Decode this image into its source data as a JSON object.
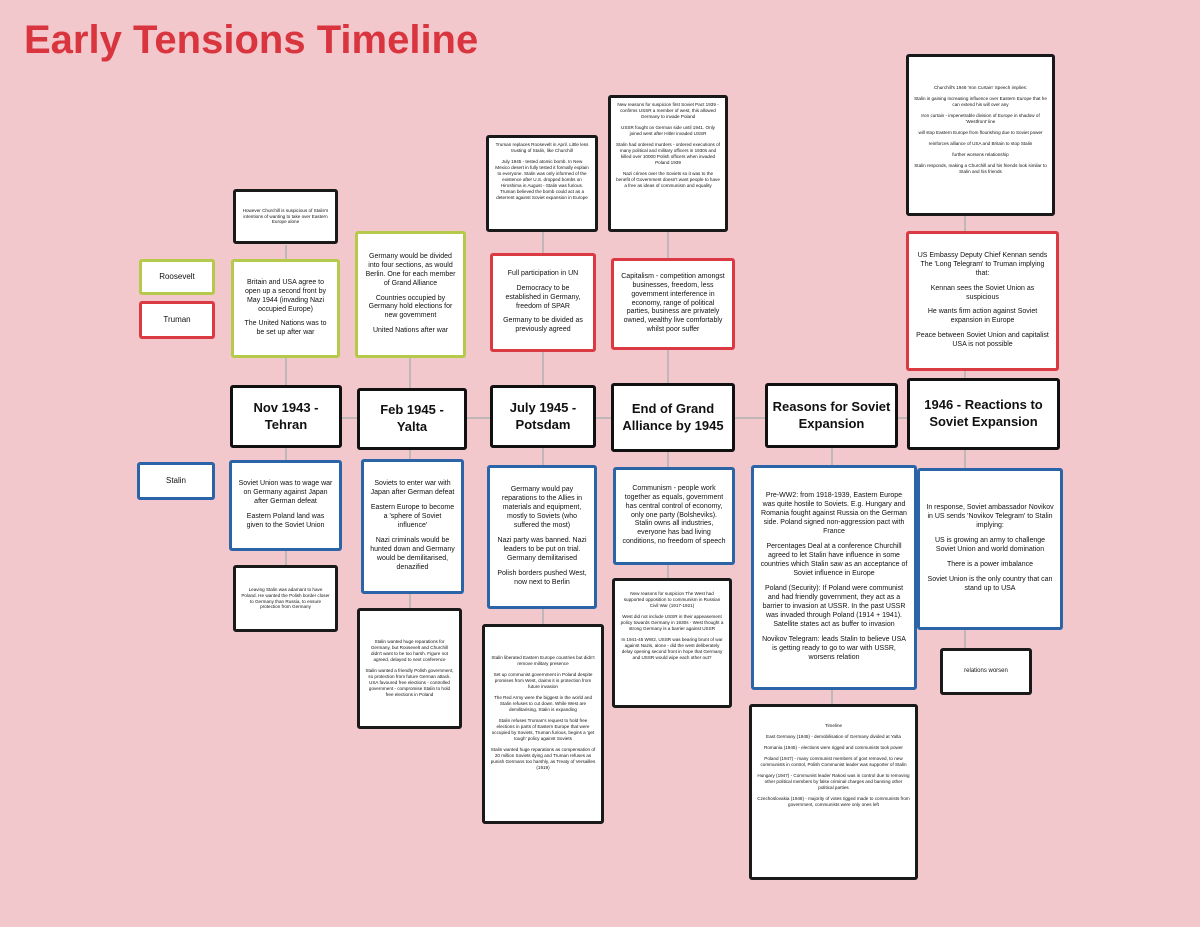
{
  "title": "Early Tensions Timeline",
  "legend": {
    "roosevelt": "Roosevelt",
    "truman": "Truman",
    "stalin": "Stalin"
  },
  "colors": {
    "title": "#d9353f",
    "background": "#f2c8cc",
    "roosevelt": "#b5c94a",
    "truman": "#db3a43",
    "stalin": "#2c64a8",
    "connector": "#c0b8b8"
  },
  "headings": {
    "tehran": "Nov 1943 - Tehran",
    "yalta": "Feb 1945 - Yalta",
    "potsdam": "July 1945 - Potsdam",
    "end_alliance": "End of Grand Alliance by 1945",
    "reasons": "Reasons for Soviet Expansion",
    "reactions": "1946 - Reactions to Soviet Expansion"
  },
  "tehran": {
    "note_top": "However Churchill is suspicious of Stalin's intentions of wanting to take over Eastern Europe alone",
    "roosevelt": [
      "Britain and USA agree to open up a second front by May 1944 (invading Nazi occupied Europe)",
      "The United Nations was to be set up after war"
    ],
    "stalin": [
      "Soviet Union was to wage war on Germany against Japan after German defeat",
      "Eastern Poland land was given to the Soviet Union"
    ],
    "note_bottom": "Leaving Stalin was adamant to have Poland. He wanted the Polish border closer to Germany than Russia, to ensure protection from Germany"
  },
  "yalta": {
    "roosevelt": [
      "Germany would be divided into four sections, as would Berlin. One for each member of Grand Alliance",
      "Countries occupied by Germany hold elections for new government",
      "United Nations after war"
    ],
    "stalin": [
      "Soviets to enter war with Japan after German defeat",
      "Eastern Europe to become a 'sphere of Soviet influence'",
      "Nazi criminals would be hunted down and Germany would be demilitarised, denazified"
    ],
    "note_bottom": [
      "Stalin wanted huge reparations for Germany, but Roosevelt and Churchill didn't want to be too harsh. Figure not agreed, delayed to next conference",
      "Stalin wanted a friendly Polish government, so protection from future German attack. USA favoured free elections - controlled government - compromise Stalin to hold free elections in Poland"
    ]
  },
  "potsdam": {
    "note_top": [
      "Truman replaces Roosevelt in April. Little less trusting of Stalin, like Churchill",
      "July 1945 - tested atomic bomb. In New Mexico desert in fully tested it formally explain to everyone. Stalin was only informed of the existence after U.S. dropped bombs on Hiroshima in August - Stalin was furious. Truman believed the bomb could act as a deterrent against Soviet expansion in Europe"
    ],
    "truman": [
      "Full participation in UN",
      "Democracy to be established in Germany, freedom of SPAR",
      "Germany to be divided as previously agreed"
    ],
    "stalin": [
      "Germany would pay reparations to the Allies in materials and equipment, mostly to Soviets (who suffered the most)",
      "Nazi party was banned. Nazi leaders to be put on trial. Germany demilitarised",
      "Polish borders pushed West, now next to Berlin"
    ],
    "note_bottom": [
      "Stalin liberated Eastern Europe countries but didn't remove military presence",
      "Set up communist government in Poland despite promises from West, claims it is protection from future invasion",
      "The Red Army were the biggest in the world and Stalin refuses to cut down. While West are demilitarising, Stalin is expanding",
      "Stalin refuses Truman's request to hold free elections in parts of Eastern Europe that were occupied by Soviets, Truman furious, begins a 'get tough' policy against Soviets",
      "Stalin wanted huge reparations as compensation of 20 million Soviets dying and Truman refuses as punish Germans too harshly, as Treaty of Versailles (1919)"
    ]
  },
  "end_alliance": {
    "note_top": [
      "New reasons for suspicion first Soviet Pact 1939 - confirms USSR a member of west, this allowed Germany to invade Poland",
      "USSR fought on German side until 1941. Only joined west after Hitler invaded USSR",
      "Stalin had ordered murders - ordered executions of many political and military officers in 1930s and killed over 10000 Polish officers when invaded Poland 1939",
      "Nazi crimes over the Soviets so it was to the benefit of Government doesn't want people to have a free as ideas of communism and equality"
    ],
    "red": [
      "Capitalism - competition amongst businesses, freedom, less government interference in economy, range of political parties, business are privately owned, wealthy live comfortably whilst poor suffer"
    ],
    "stalin": [
      "Communism - people work together as equals, government has central control of economy, only one party (Bolsheviks). Stalin owns all industries, everyone has bad living conditions, no freedom of speech"
    ],
    "note_bottom": [
      "New reasons for suspicion The West had supported opposition to communism in Russian Civil War (1917-1921)",
      "West did not include USSR in their appeasement policy towards Germany in 1930s - West thought a strong Germany is a barrier against USSR",
      "In 1941-45 WW2, USSR was bearing brunt of war against Nazis, alone - did the west deliberately delay opening second front in hope that Germany and USSR would wipe each other out?"
    ]
  },
  "reasons": {
    "stalin": [
      "Pre-WW2: from 1918-1939, Eastern Europe was quite hostile to Soviets. E.g. Hungary and Romania fought against Russia on the German side. Poland signed non-aggression pact with France",
      "Percentages Deal at a conference Churchill agreed to let Stalin have influence in some countries which Stalin saw as an acceptance of Soviet influence in Europe",
      "Poland (Security): If Poland were communist and had friendly government, they act as a barrier to invasion at USSR. In the past USSR was invaded through Poland (1914 + 1941). Satellite states act as buffer to invasion",
      "Novikov Telegram: leads Stalin to believe USA is getting ready to go to war with USSR, worsens relation"
    ],
    "note_bottom": [
      "Timeline",
      "East Germany (1945) - demobilisation of Germany divided at Yalta",
      "Romania (1945) - elections were rigged and communists took power",
      "Poland (1947) - many communist members of govt removed, to new communists in control, Polish Communist leader was supporter of Stalin",
      "Hungary (1947) - Communist leader Rakosi was in control due to removing other political members by false criminal charges and banning other political parties",
      "Czechoslovakia (1948) - majority of votes rigged made to communists from government, communists were only ones left"
    ]
  },
  "reactions": {
    "note_top": [
      "Churchill's 1946 'Iron Curtain' Speech implies:",
      "Stalin is gaining increasing influence over Eastern Europe that he can extend his will over any",
      "Iron curtain - impenetrable division of Europe in shadow of 'Westfront' line",
      "will stop Eastern Europe from flourishing due to Soviet power",
      "reinforces alliance of USA and Britain to stop Stalin",
      "further worsens relationship",
      "Stalin responds, making a Churchill and his friends look similar to Stalin and his friends"
    ],
    "truman": [
      "US Embassy Deputy Chief Kennan sends The 'Long Telegram' to Truman implying that:",
      "Kennan sees the Soviet Union as suspicious",
      "He wants firm action against Soviet expansion in Europe",
      "Peace between Soviet Union and capitalist USA is not possible"
    ],
    "stalin": [
      "In response, Soviet ambassador Novikov in US sends 'Novikov Telegram' to Stalin implying:",
      "US is growing an army to challenge Soviet Union and world domination",
      "There is a power imbalance",
      "Soviet Union is the only country that can stand up to USA"
    ],
    "note_bottom": "relations worsen"
  }
}
